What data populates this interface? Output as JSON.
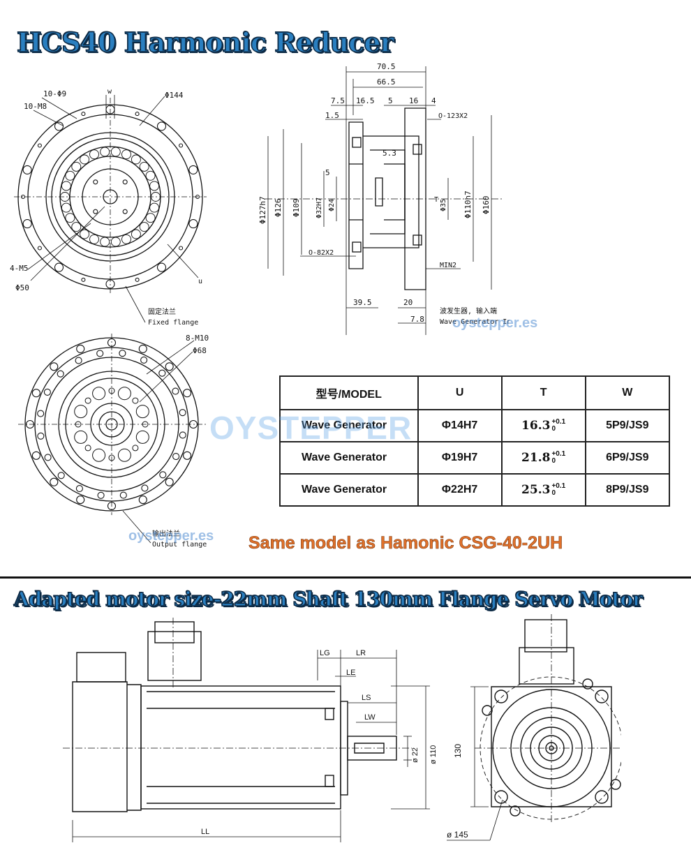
{
  "titles": {
    "reducer": "HCS40 Harmonic Reducer",
    "motor": "Adapted motor size-22mm Shaft 130mm Flange Servo Motor"
  },
  "front_view_labels": {
    "holes_d9": "10-Φ9",
    "holes_m8": "10-M8",
    "w": "w",
    "dia_144": "Φ144",
    "holes_m5": "4-M5",
    "dia_50": "Φ50",
    "u": "u",
    "fixed_flange_cn": "固定法兰",
    "fixed_flange_en": "Fixed flange"
  },
  "side_view_labels": {
    "d70_5": "70.5",
    "d66_5": "66.5",
    "d7_5": "7.5",
    "d16_5": "16.5",
    "d5a": "5",
    "d16": "16",
    "d4": "4",
    "d1_5": "1.5",
    "oring1": "O-123X2",
    "d5_3": "5.3",
    "d5b": "5",
    "dia127": "Φ127h7",
    "dia126": "Φ126",
    "dia109": "Φ109",
    "dia32": "Φ32H7",
    "dia24": "Φ24",
    "dia35": "Φ35",
    "dia110": "Φ110h7",
    "dia160": "Φ160",
    "t": "T",
    "oring2": "O-82X2",
    "min2": "MIN2",
    "d39_5": "39.5",
    "d20": "20",
    "d7_8": "7.8",
    "wg_input_cn": "波发生器, 输入端",
    "wg_input_en": "Wave Generator Input"
  },
  "output_view_labels": {
    "holes_m10": "8-M10",
    "dia68": "Φ68",
    "output_flange_cn": "输出法兰",
    "output_flange_en": "Output flange"
  },
  "table": {
    "headers": [
      "型号/MODEL",
      "U",
      "T",
      "W"
    ],
    "rows": [
      {
        "model": "Wave Generator",
        "u": "Φ14H7",
        "t": "16.3",
        "t_tol_up": "+0.1",
        "t_tol_low": "0",
        "w": "5P9/JS9"
      },
      {
        "model": "Wave Generator",
        "u": "Φ19H7",
        "t": "21.8",
        "t_tol_up": "+0.1",
        "t_tol_low": "0",
        "w": "6P9/JS9"
      },
      {
        "model": "Wave Generator",
        "u": "Φ22H7",
        "t": "25.3",
        "t_tol_up": "+0.1",
        "t_tol_low": "0",
        "w": "8P9/JS9"
      }
    ]
  },
  "note": "Same model as Hamonic CSG-40-2UH",
  "watermark": {
    "main": "OYSTEPPER",
    "small": "oystepper.es"
  },
  "motor_labels": {
    "lg": "LG",
    "lr": "LR",
    "le": "LE",
    "ls": "LS",
    "lw": "LW",
    "d22": "ø 22",
    "d110": "ø 110",
    "d130": "130",
    "ll": "LL",
    "d145": "ø 145"
  },
  "colors": {
    "title_fill": "#2a7fc0",
    "title_stroke": "#0d2a45",
    "note": "#e0702a",
    "watermark": "#5aa0e6"
  }
}
